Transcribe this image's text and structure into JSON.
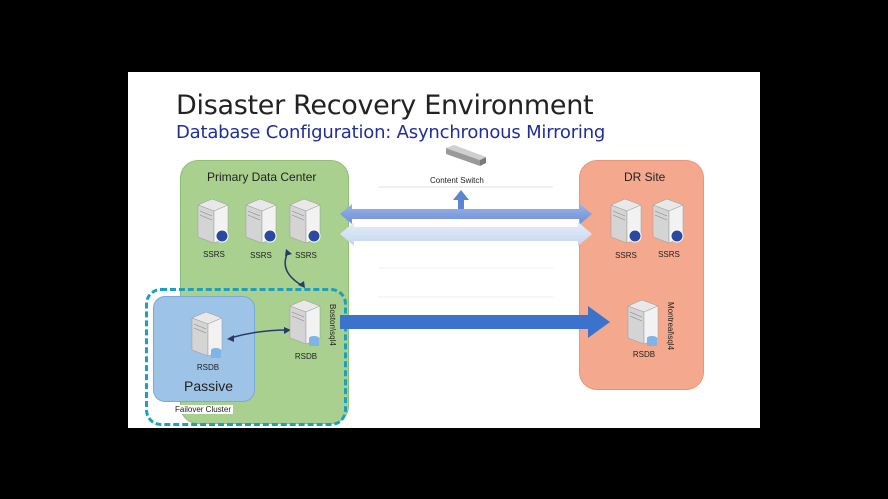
{
  "slide": {
    "title": "Disaster Recovery Environment",
    "subtitle": "Database Configuration: Asynchronous Mirroring"
  },
  "regions": {
    "primary_label": "Primary Data Center",
    "dr_label": "DR Site",
    "passive_label": "Passive",
    "cluster_label": "Failover Cluster"
  },
  "content_switch_label": "Content Switch",
  "servers": {
    "primary_ssrs": [
      "SSRS",
      "SSRS",
      "SSRS"
    ],
    "dr_ssrs": [
      "SSRS",
      "SSRS"
    ],
    "passive_rsdb": "RSDB",
    "primary_rsdb": "RSDB",
    "primary_rsdb_host": "Boston\\sql4",
    "dr_rsdb": "RSDB",
    "dr_rsdb_host": "Montreal\\sql4"
  },
  "colors": {
    "primary": "#a9d08e",
    "dr": "#f4a98e",
    "passive": "#9dc3e6",
    "cluster_border": "#1aa0c0",
    "arrow": "#4a7fd0"
  }
}
